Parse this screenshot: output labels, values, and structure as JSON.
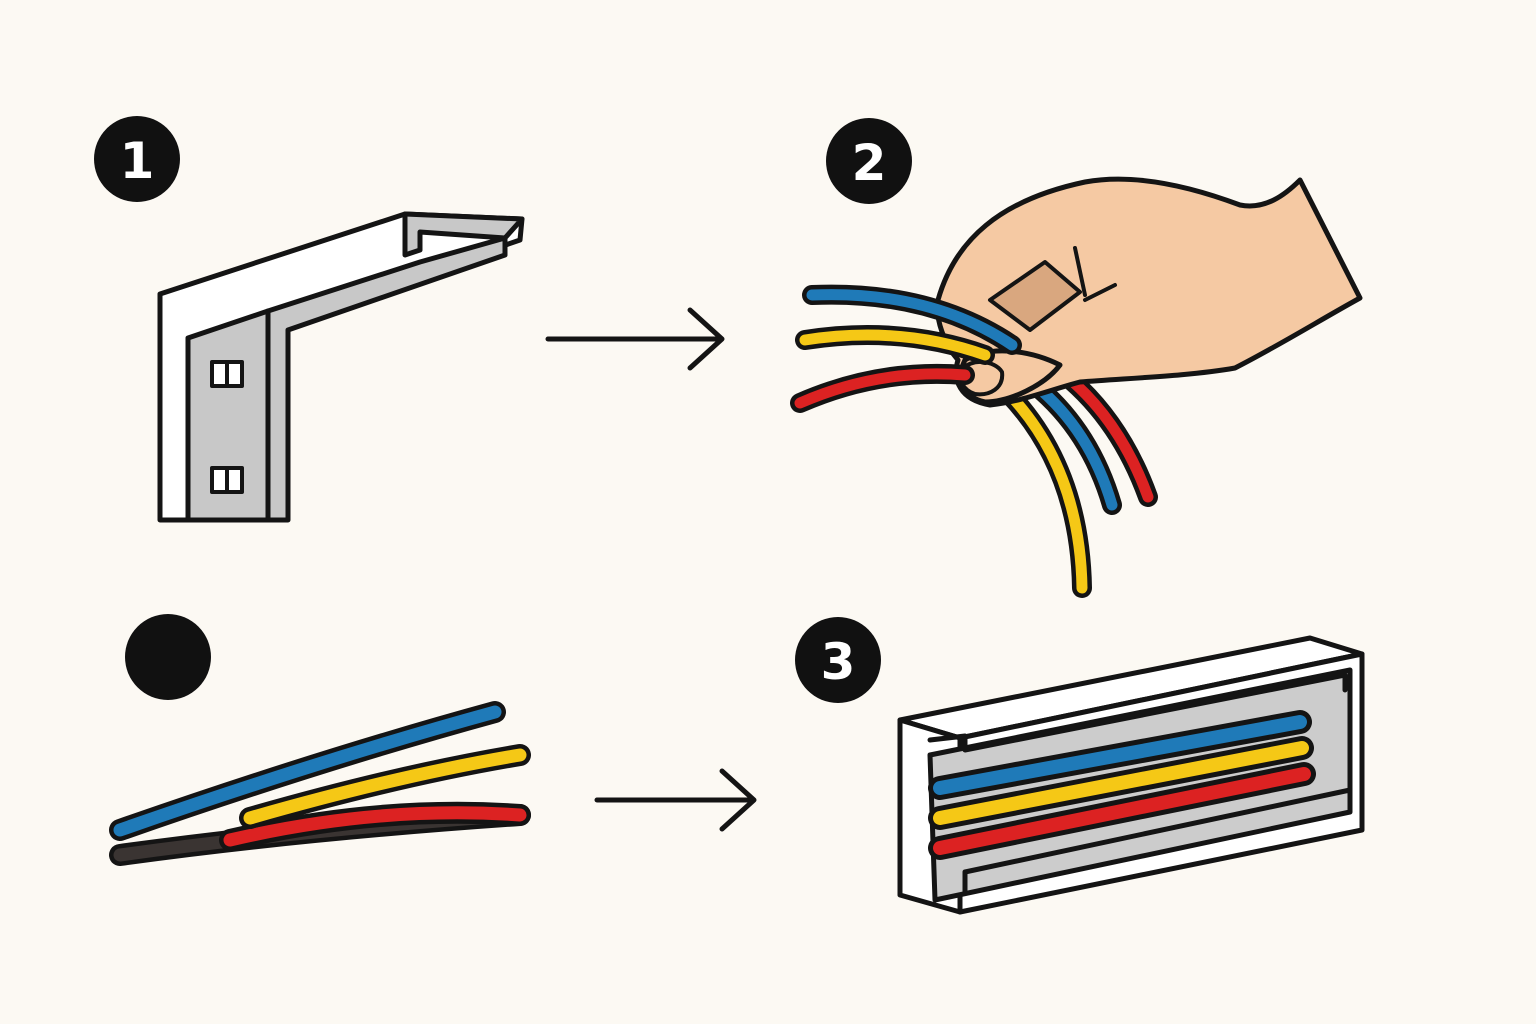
{
  "colors": {
    "background": "#fcf9f3",
    "outline": "#141414",
    "badge": "#111111",
    "badge_text": "#ffffff",
    "metal": "#c8c8c8",
    "channel_white": "#ffffff",
    "channel_inner": "#cccccc",
    "skin": "#f5c9a3",
    "fingernail": "#d9a77f",
    "wire_blue": "#1f7ab8",
    "wire_yellow": "#f5c816",
    "wire_red": "#dc2222",
    "wire_dark": "#3a3432"
  },
  "steps": [
    {
      "id": "step-1",
      "badge": "1",
      "illustration": "bracket-icon"
    },
    {
      "id": "step-2",
      "badge": "2",
      "illustration": "hand-holding-wires-icon"
    },
    {
      "id": "step-3",
      "badge": "3",
      "illustration": "cable-channel-with-wires-icon"
    },
    {
      "id": "step-4",
      "badge": "",
      "illustration": "bundled-wires-icon"
    }
  ],
  "connectors": [
    "arrow-right-icon",
    "arrow-right-icon"
  ],
  "wire_colors": [
    "blue",
    "yellow",
    "red"
  ]
}
